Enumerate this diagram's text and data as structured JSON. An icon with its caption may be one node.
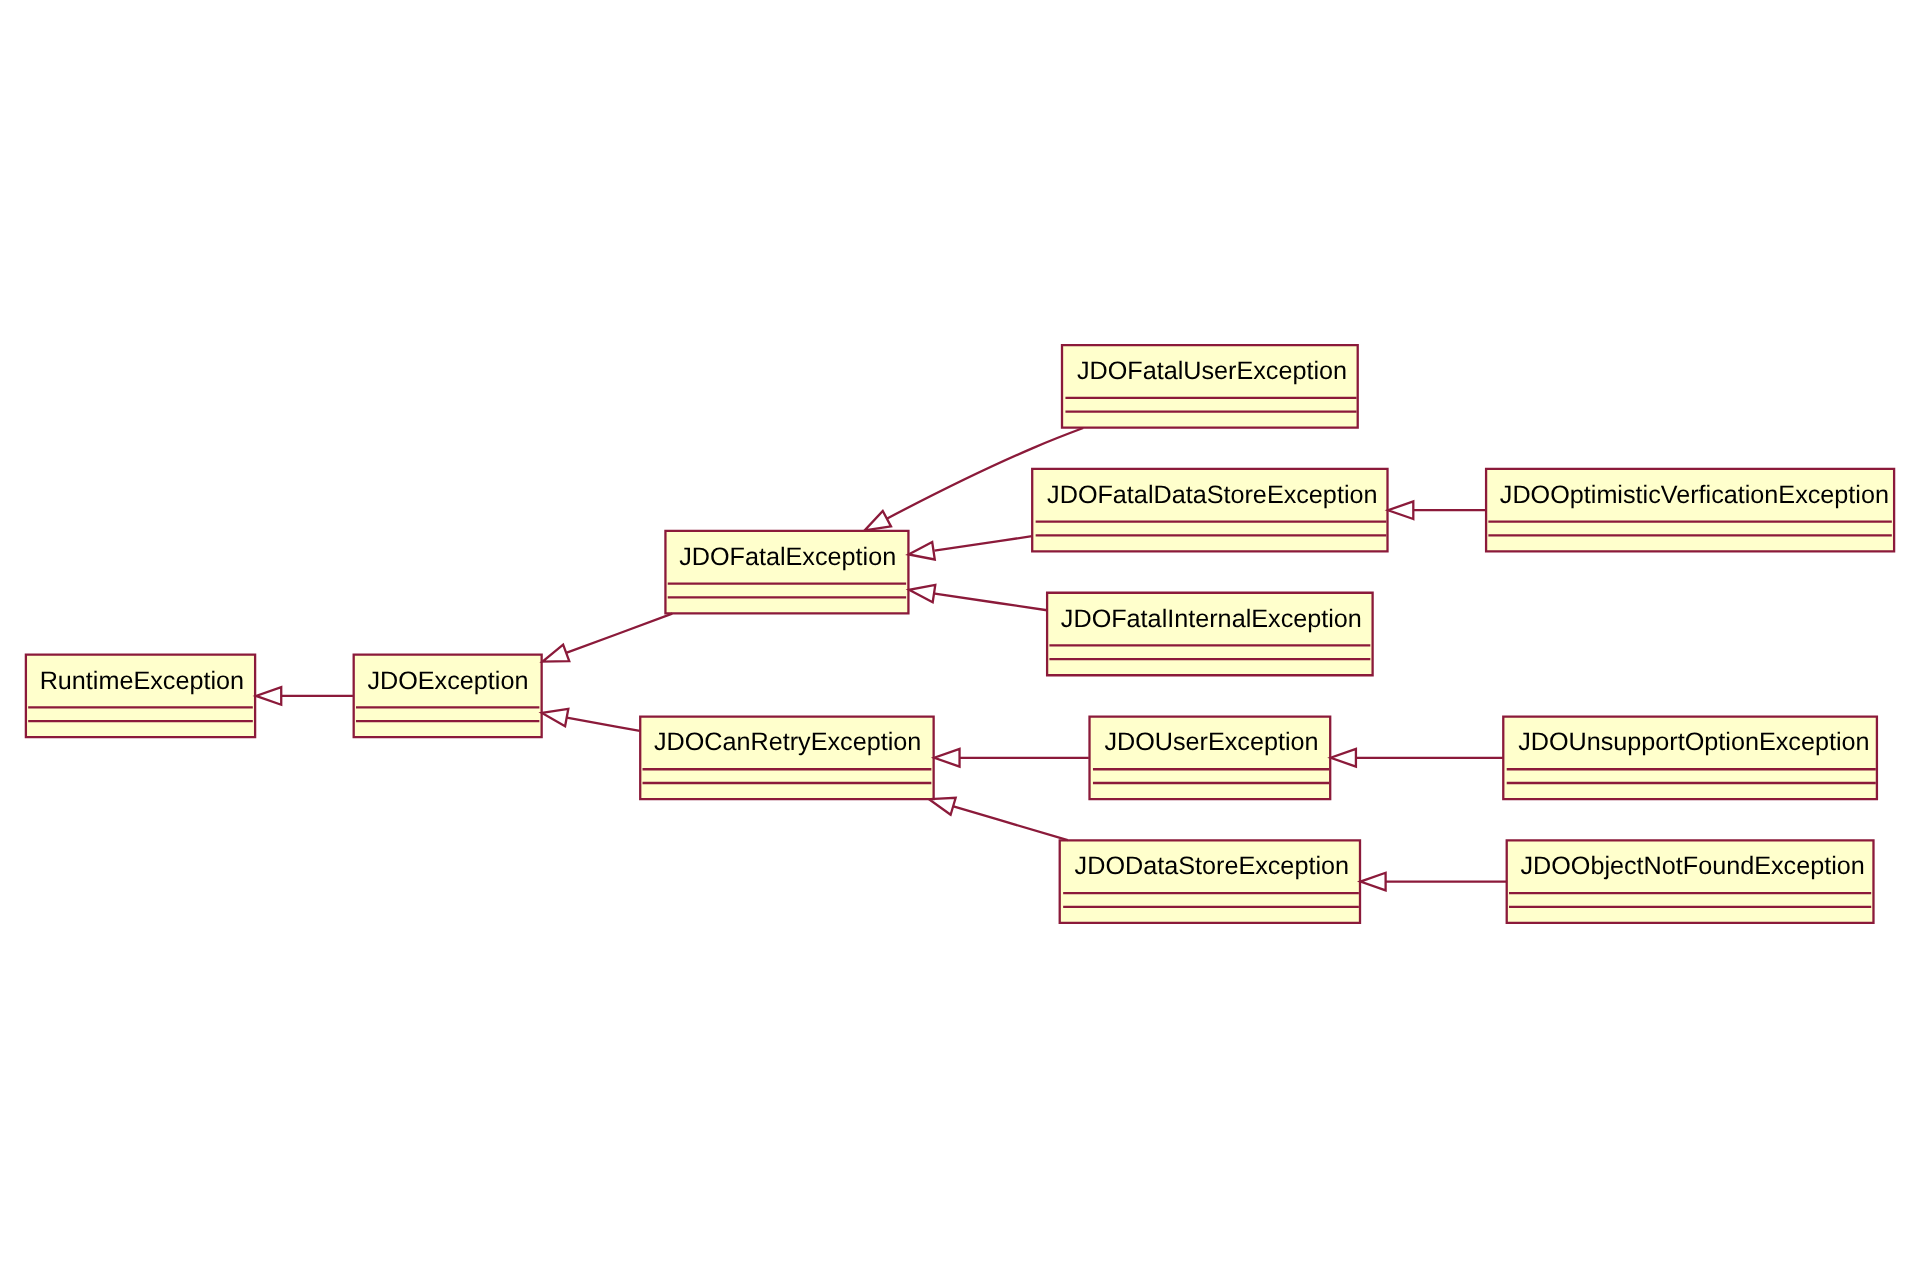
{
  "diagram": {
    "nodes": [
      {
        "text": [
          "JDOFatalInternalException"
        ]
      },
      {
        "text": [
          "RuntimeException"
        ]
      },
      {
        "text": [
          "JDOFatalUserException"
        ]
      },
      {
        "text": [
          "JDOFatalException"
        ]
      },
      {
        "text": [
          "JDOFatalDataStoreException"
        ]
      },
      {
        "text": [
          "JDOException"
        ]
      },
      {
        "text": [
          "JDOOptimisticVerficationException"
        ]
      },
      {
        "text": [
          "JDOUnsupportOptionException"
        ]
      },
      {
        "text": [
          "JDOUserException"
        ]
      },
      {
        "text": [
          "JDOCanRetryException"
        ]
      },
      {
        "text": [
          "JDODataStoreException"
        ]
      },
      {
        "text": [
          "JDOObjectNotFoundException"
        ]
      }
    ],
    "edges": [
      {
        "from": 5,
        "to": 1,
        "arrow": "to"
      },
      {
        "from": 3,
        "to": 5,
        "arrow": "to"
      },
      {
        "from": 0,
        "to": 3,
        "arrow": "to"
      },
      {
        "from": 2,
        "to": 3,
        "arrow": "to"
      },
      {
        "from": 4,
        "to": 3,
        "arrow": "to"
      },
      {
        "from": 6,
        "to": 4,
        "arrow": "to"
      },
      {
        "from": 9,
        "to": 5,
        "arrow": "to"
      },
      {
        "from": 7,
        "to": 8,
        "arrow": "to"
      },
      {
        "from": 8,
        "to": 9,
        "arrow": "to"
      },
      {
        "from": 10,
        "to": 9,
        "arrow": "to"
      },
      {
        "from": 11,
        "to": 10,
        "arrow": "to"
      }
    ]
  }
}
